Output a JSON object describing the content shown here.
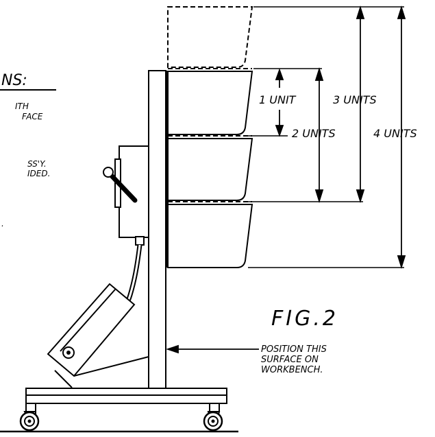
{
  "heading_fragment": "NS:",
  "left_fragments": [
    "ITH",
    "FACE",
    "SS'Y.",
    "IDED.",
    "."
  ],
  "dimensions": {
    "one": "1 UNIT",
    "two": "2 UNITS",
    "three": "3 UNITS",
    "four": "4 UNITS"
  },
  "figure_label": "FIG.2",
  "callout": [
    "POSITION THIS",
    "SURFACE ON",
    "WORKBENCH."
  ]
}
